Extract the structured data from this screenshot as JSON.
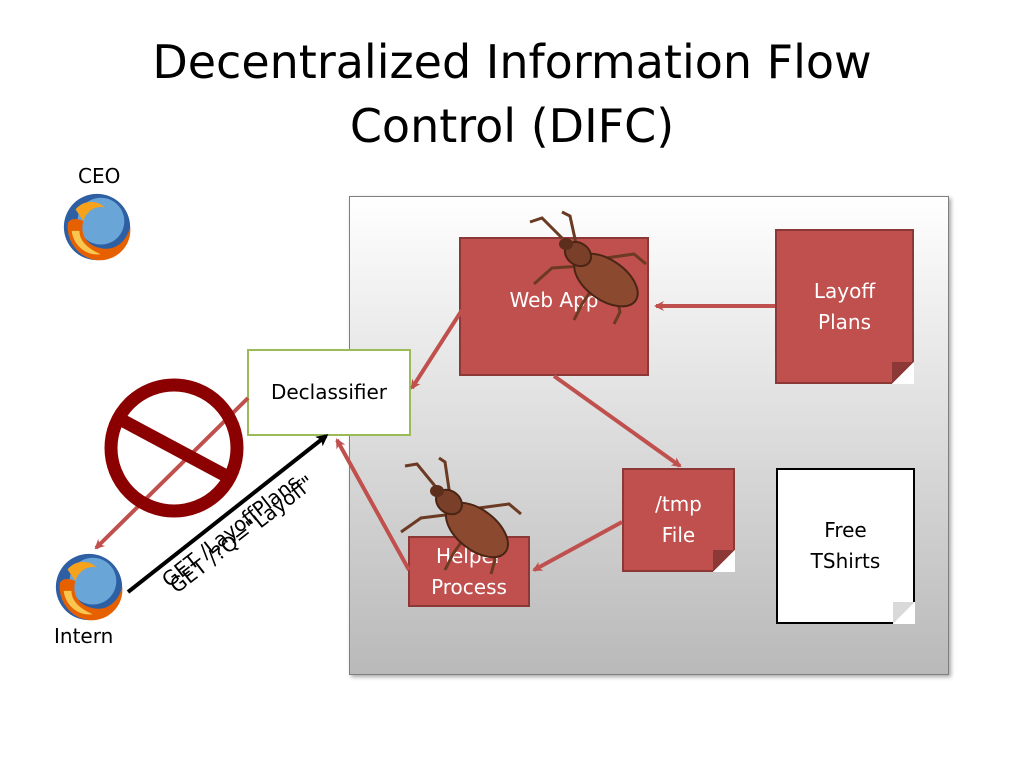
{
  "slide": {
    "title_line1": "Decentralized Information Flow",
    "title_line2": "Control (DIFC)"
  },
  "users": {
    "ceo_label": "CEO",
    "intern_label": "Intern",
    "browser_icon": "firefox-icon"
  },
  "nodes": {
    "web_app": "Web App",
    "layoff_line1": "Layoff",
    "layoff_line2": "Plans",
    "declassifier": "Declassifier",
    "tmp_line1": "/tmp",
    "tmp_line2": "File",
    "helper_line1": "Helper",
    "helper_line2": "Process",
    "free_line1": "Free",
    "free_line2": "TShirts"
  },
  "requests": {
    "request_a": "GET /LayoffPlans",
    "request_b": "GET /?Q=\"Layoff\""
  },
  "colors": {
    "node_red": "#c0504d",
    "arrow_red": "#c0504d",
    "prohibit": "#8b0000",
    "declassifier_border": "#9bbb59"
  }
}
